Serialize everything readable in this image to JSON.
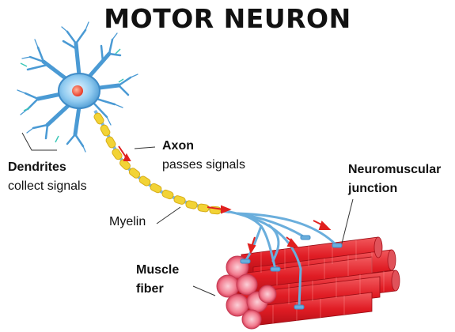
{
  "title": "MOTOR NEURON",
  "labels": {
    "dendrites": {
      "name": "Dendrites",
      "desc": "collect signals"
    },
    "axon": {
      "name": "Axon",
      "desc": "passes signals"
    },
    "myelin": {
      "name": "Myelin"
    },
    "junction": {
      "line1": "Neuromuscular",
      "line2": "junction"
    },
    "muscle": {
      "line1": "Muscle",
      "line2": "fiber"
    }
  },
  "colors": {
    "cell_body": "#6fb8e6",
    "nucleus": "#f0553a",
    "myelin": "#f2d335",
    "axon_branch": "#7ab6e0",
    "muscle": "#e8202a",
    "muscle_end": "#f58a9a",
    "arrow": "#e0201e"
  }
}
